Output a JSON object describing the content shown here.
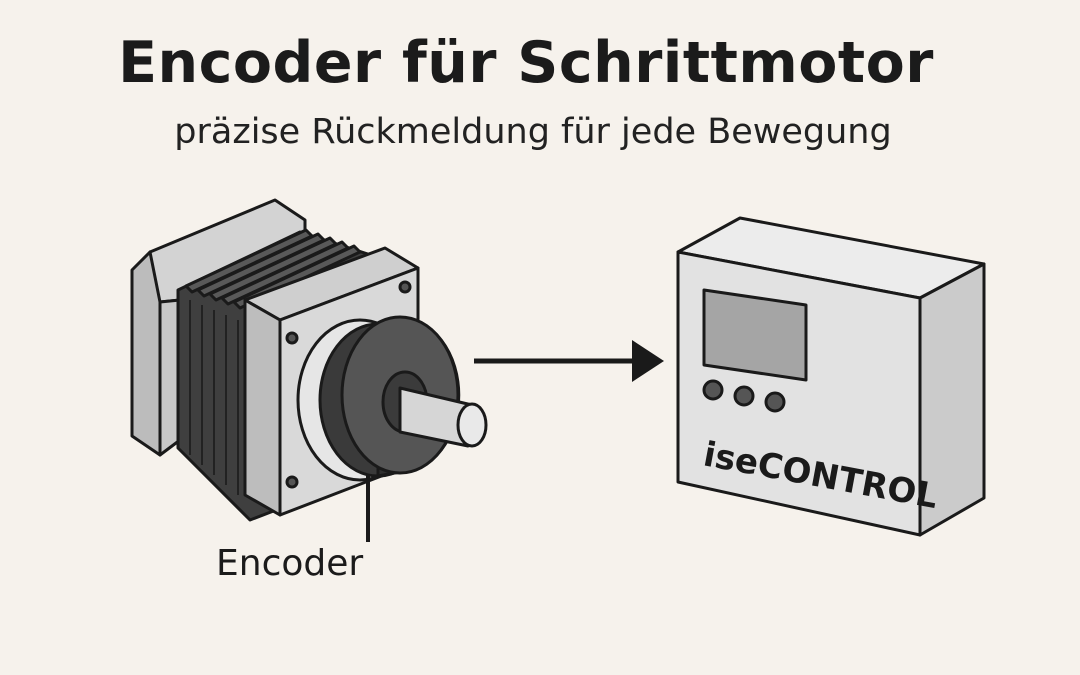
{
  "header": {
    "title": "Encoder für Schrittmotor",
    "subtitle": "präzise Rückmeldung für jede Bewegung"
  },
  "motor": {
    "encoder_label": "Encoder"
  },
  "controller": {
    "brand": "iseCONTROL"
  },
  "colors": {
    "background": "#f6f2ec",
    "outline": "#1a1a1a",
    "metal_light": "#dadada",
    "metal_dark": "#4a4a4a",
    "box": "#e4e4e4"
  }
}
